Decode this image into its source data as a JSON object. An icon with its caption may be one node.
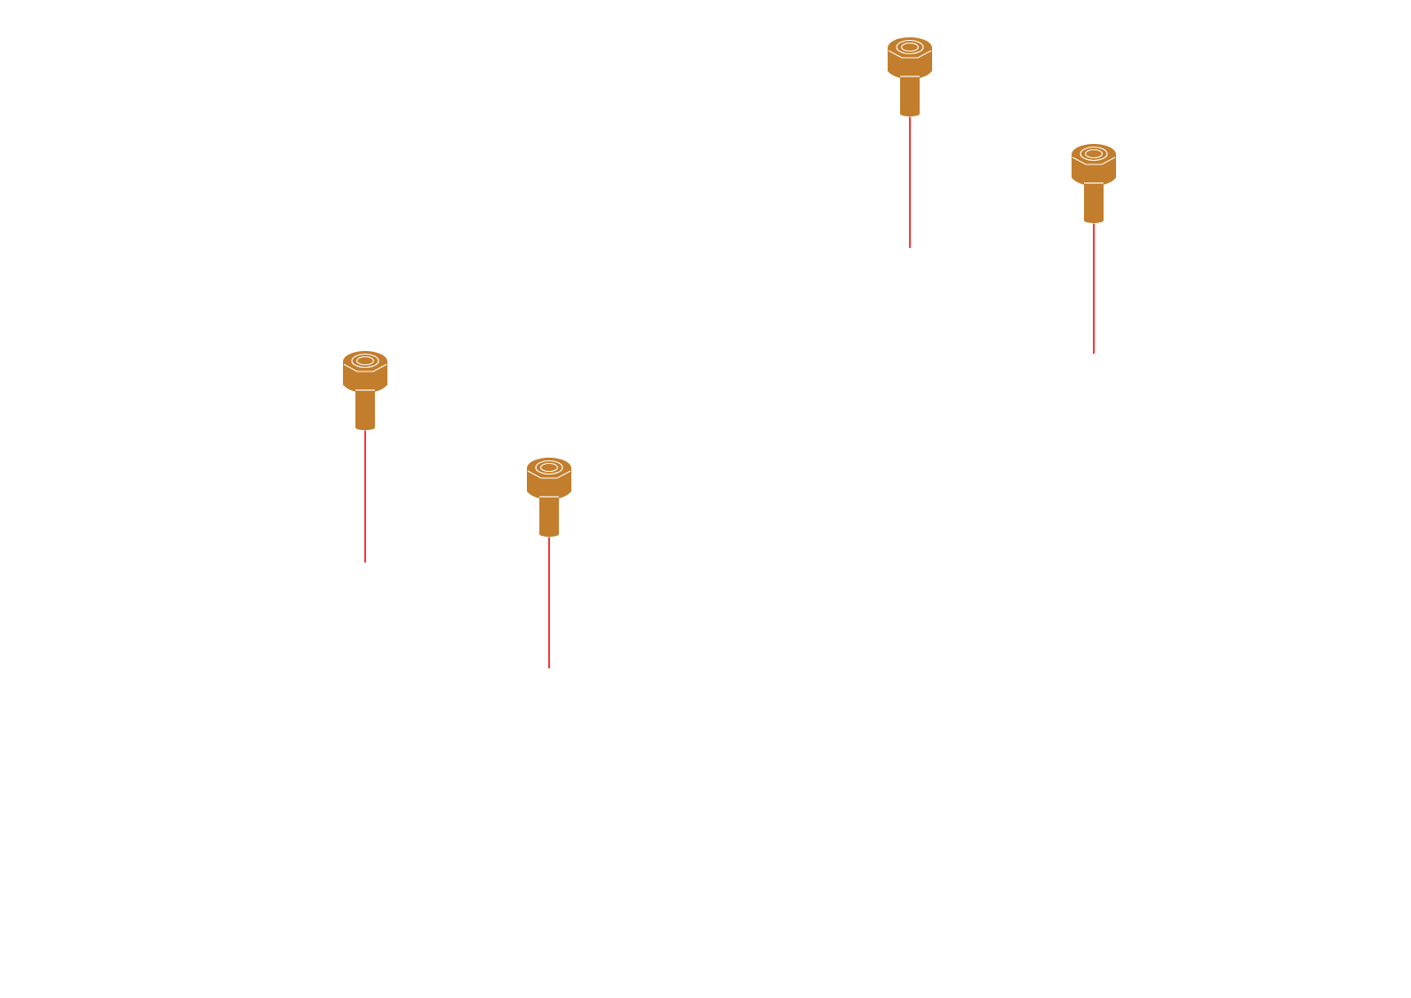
{
  "diagram": {
    "nodes": [
      {
        "text": [],
        "shape": "picture"
      },
      {
        "text": [],
        "shape": "picture"
      },
      {
        "text": [],
        "shape": "picture"
      },
      {
        "text": [],
        "shape": "picture"
      }
    ],
    "edges": [
      {
        "from": 0,
        "to": null,
        "arrow": "none"
      },
      {
        "from": 1,
        "to": null,
        "arrow": "none"
      },
      {
        "from": 2,
        "to": null,
        "arrow": "none"
      },
      {
        "from": 3,
        "to": null,
        "arrow": "none"
      }
    ]
  }
}
